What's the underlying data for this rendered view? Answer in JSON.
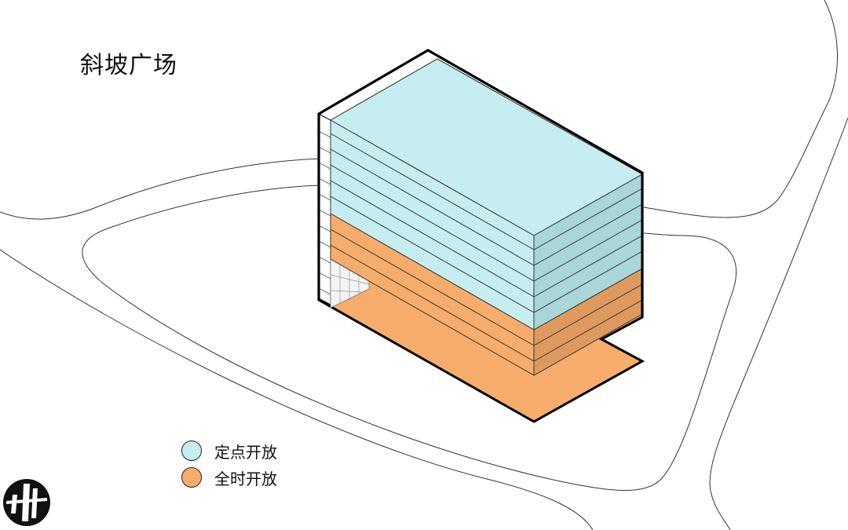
{
  "title": "斜坡广场",
  "colors": {
    "scheduled": "#c6eef0",
    "scheduled_side": "#a9d6d8",
    "allday": "#f6ad6b",
    "allday_side": "#de9a5e",
    "outline": "#000000",
    "road": "#333333"
  },
  "legend": [
    {
      "label": "定点开放",
      "color": "#c6eef0"
    },
    {
      "label": "全时开放",
      "color": "#f6ad6b"
    }
  ]
}
